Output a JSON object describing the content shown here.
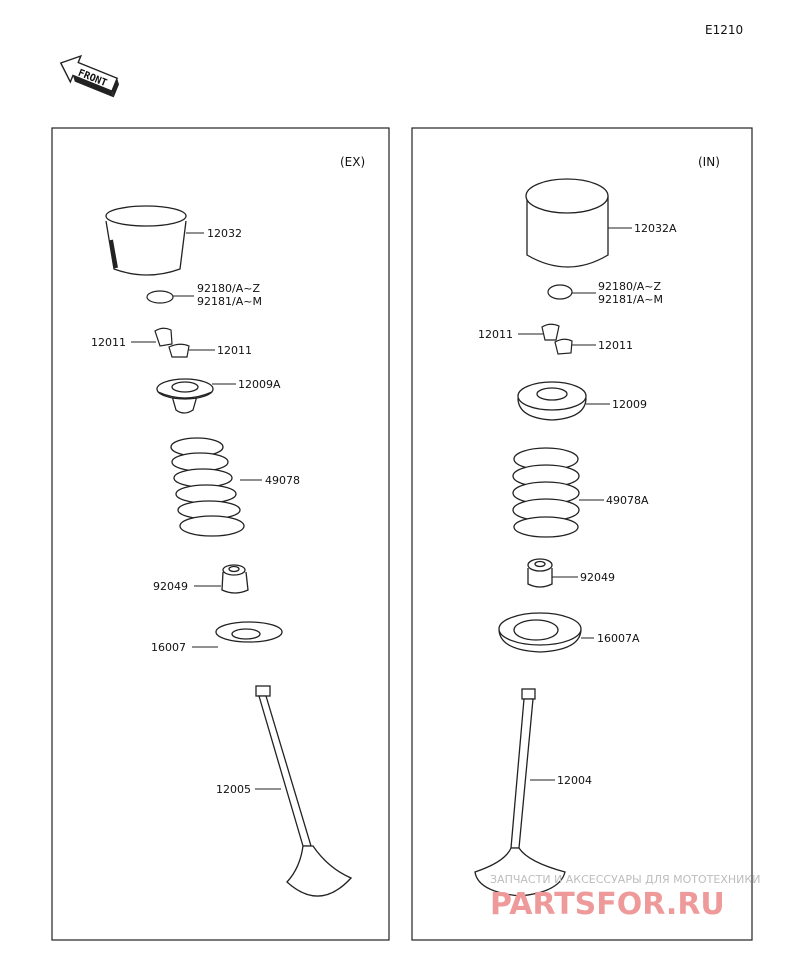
{
  "diagram_code": "E1210",
  "front_label": "FRONT",
  "panels": [
    {
      "tag": "(EX)",
      "parts": [
        {
          "id": "tappet-ex",
          "label": "12032"
        },
        {
          "id": "shim-ex",
          "label1": "92180/A~Z",
          "label2": "92181/A~M"
        },
        {
          "id": "cotter-ex-a",
          "label": "12011"
        },
        {
          "id": "cotter-ex-b",
          "label": "12011"
        },
        {
          "id": "retainer-ex",
          "label": "12009A"
        },
        {
          "id": "spring-ex",
          "label": "49078"
        },
        {
          "id": "seal-ex",
          "label": "92049"
        },
        {
          "id": "seat-ex",
          "label": "16007"
        },
        {
          "id": "valve-ex",
          "label": "12005"
        }
      ]
    },
    {
      "tag": "(IN)",
      "parts": [
        {
          "id": "tappet-in",
          "label": "12032A"
        },
        {
          "id": "shim-in",
          "label1": "92180/A~Z",
          "label2": "92181/A~M"
        },
        {
          "id": "cotter-in-a",
          "label": "12011"
        },
        {
          "id": "cotter-in-b",
          "label": "12011"
        },
        {
          "id": "retainer-in",
          "label": "12009"
        },
        {
          "id": "spring-in",
          "label": "49078A"
        },
        {
          "id": "seal-in",
          "label": "92049"
        },
        {
          "id": "seat-in",
          "label": "16007A"
        },
        {
          "id": "valve-in",
          "label": "12004"
        }
      ]
    }
  ],
  "watermark": {
    "line1": "ЗАПЧАСТИ И АКСЕССУАРЫ ДЛЯ МОТОТЕХНИКИ",
    "line2": "PARTSFOR.RU"
  },
  "colors": {
    "line": "#222222",
    "watermark_text": "#ee9a9a",
    "watermark_sub": "#bdbdbd"
  }
}
